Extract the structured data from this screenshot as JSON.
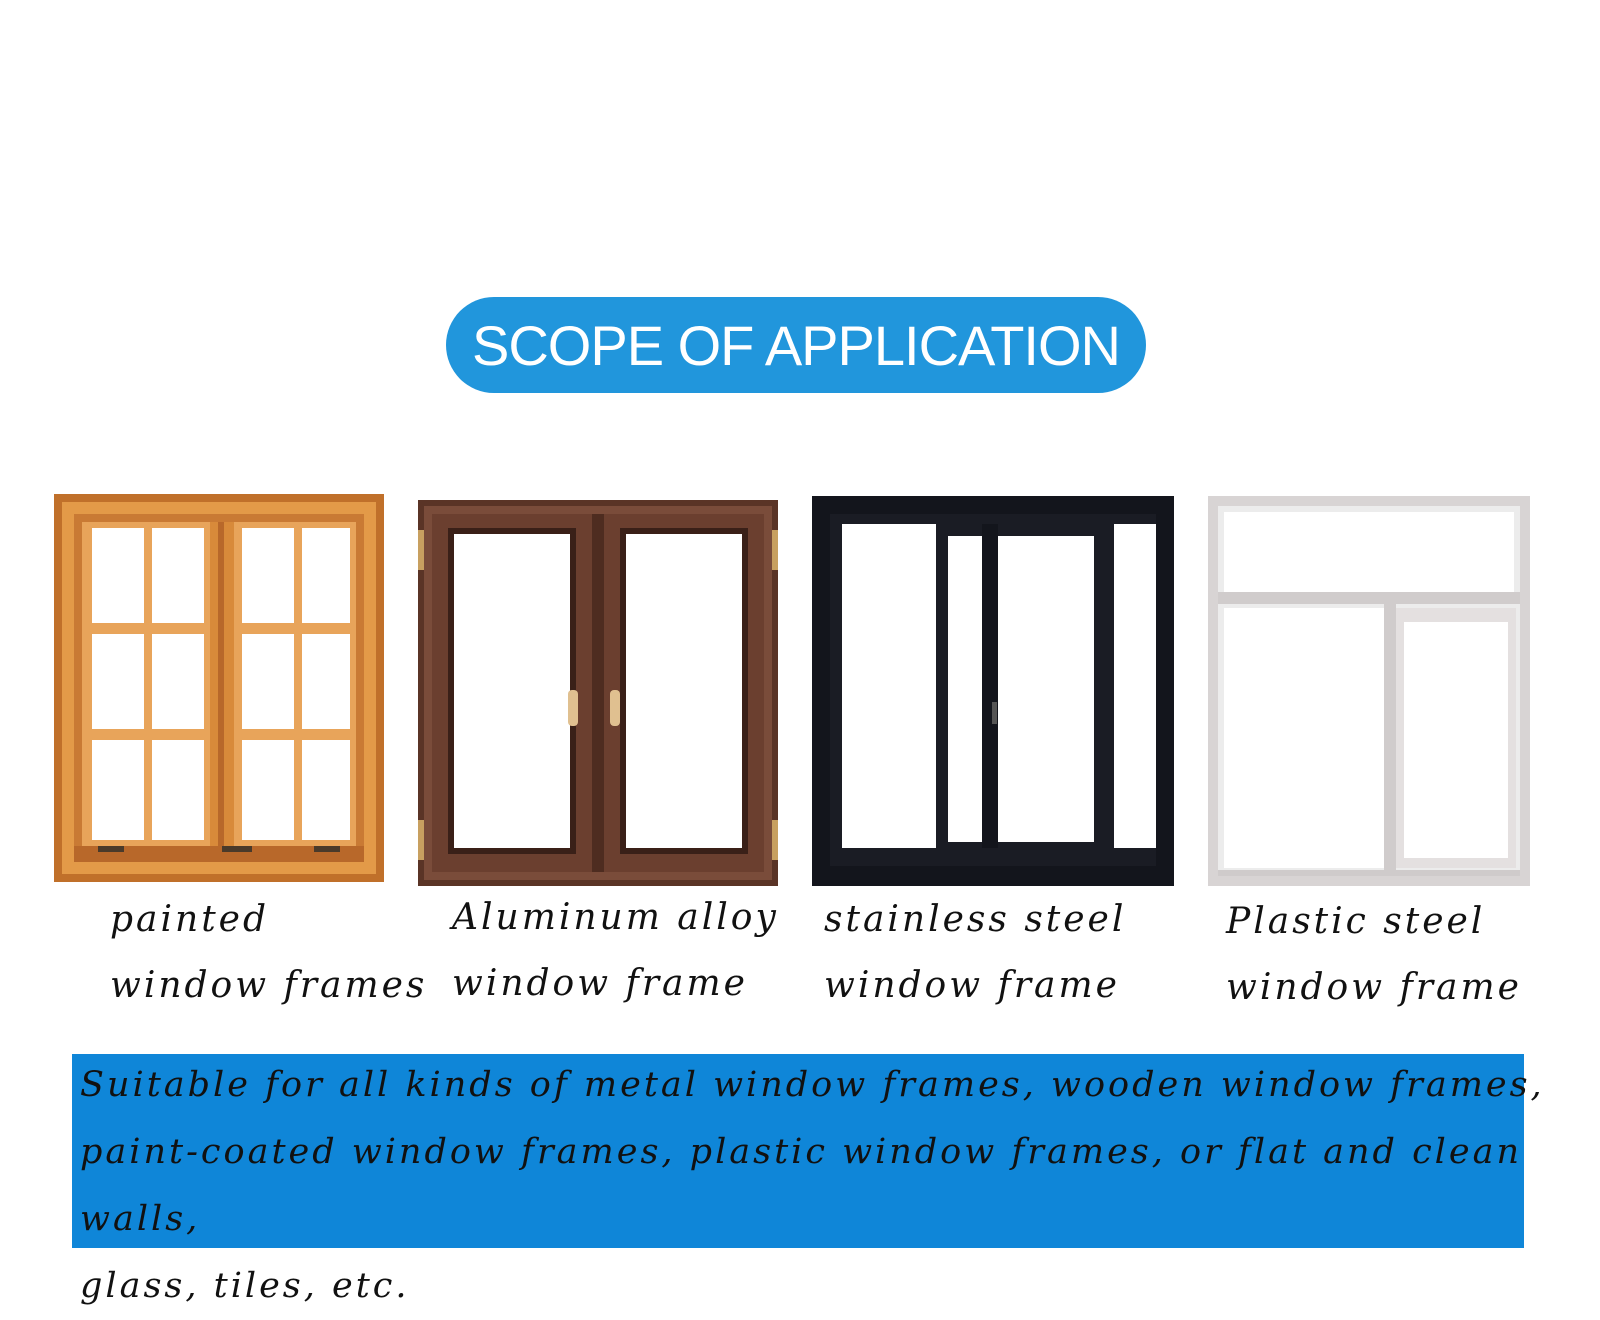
{
  "title": "SCOPE OF APPLICATION",
  "colors": {
    "accent": "#2196dc",
    "note_background": "#0f86d8",
    "wood": "#d98a35",
    "aluminum": "#6b3f2f",
    "stainless": "#1a1c24",
    "plastic": "#e6e2e2"
  },
  "windows": [
    {
      "icon": "wooden-window-icon",
      "caption_line1": "painted",
      "caption_line2": "window frames"
    },
    {
      "icon": "aluminum-double-window-icon",
      "caption_line1": "Aluminum alloy",
      "caption_line2": "window frame"
    },
    {
      "icon": "sliding-window-icon",
      "caption_line1": "stainless steel",
      "caption_line2": "window frame"
    },
    {
      "icon": "plastic-window-icon",
      "caption_line1": "Plastic steel",
      "caption_line2": "window frame"
    }
  ],
  "note": {
    "line1": "Suitable for all kinds of metal window frames, wooden window frames,",
    "line2": "paint-coated window frames, plastic window frames, or flat and clean walls,",
    "line3": "glass, tiles, etc."
  }
}
